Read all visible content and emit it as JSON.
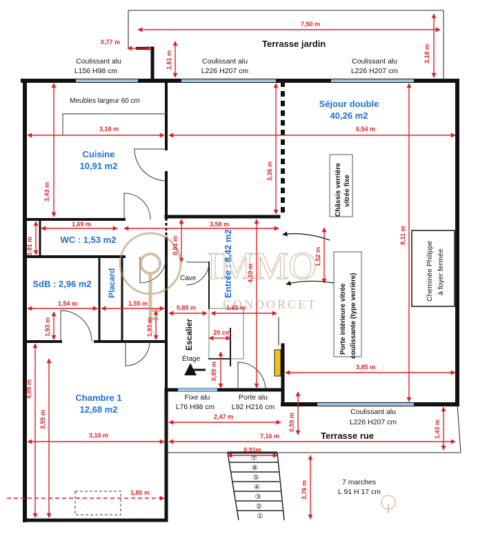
{
  "colors": {
    "wall": "#111111",
    "dimension": "#e01e24",
    "room_label": "#1e6fd9",
    "text": "#111111",
    "watermark": "#b08a62"
  },
  "labels": {
    "terrasse_jardin": "Terrasse jardin",
    "terrasse_rue": "Terrasse rue",
    "coulissant_1_name": "Coulissant alu",
    "coulissant_1_dim": "L156 H98 cm",
    "coulissant_2_name": "Coulissant alu",
    "coulissant_2_dim": "L226 H207 cm",
    "coulissant_3_name": "Coulissant alu",
    "coulissant_3_dim": "L226 H207 cm",
    "coulissant_4_name": "Coulissant alu",
    "coulissant_4_dim": "L226 H207 cm",
    "meubles": "Meubles largeur 60 cm",
    "fixe_name": "Fixe alu",
    "fixe_dim": "L76 H98 cm",
    "porte_name": "Porte alu",
    "porte_dim": "L92 H216 cm",
    "chassis_1": "Châssis verrière",
    "chassis_2": "vitrée fixe",
    "porte_int_1": "Porte intérieure vitrée",
    "porte_int_2": "coulissante (type verrière)",
    "cheminee_1": "Cheminée Philippe",
    "cheminee_2": "à foyer fermée",
    "cave": "Cave",
    "escalier": "Escalier",
    "etage": "Étage",
    "marches_1": "7 marches",
    "marches_2": "L 91 H 17 cm"
  },
  "rooms": {
    "sejour_name": "Séjour double",
    "sejour_area": "40,26 m2",
    "cuisine_name": "Cuisine",
    "cuisine_area": "10,91 m2",
    "wc": "WC : 1,53 m2",
    "sdb": "SdB : 2,96 m2",
    "placard": "Placard",
    "entree": "Entrée : 8,42 m2",
    "chambre_name": "Chambre 1",
    "chambre_area": "12,68 m2"
  },
  "dimensions": {
    "d_750": "7,50 m",
    "d_077": "0,77 m",
    "d_161": "1,61 m",
    "d_318_v": "3,18 m",
    "d_318_h": "3,18 m",
    "d_654": "6,54 m",
    "d_343": "3,43 m",
    "d_336": "3,36 m",
    "d_811": "8,11 m",
    "d_169": "1,69 m",
    "d_358": "3,58 m",
    "d_091_wc": "0,91 m",
    "d_091_e": "0,91 m",
    "d_152": "1,52 m",
    "d_410": "4,10 m",
    "d_154": "1,54 m",
    "d_155": "1,55 m",
    "d_193_a": "1,93 m",
    "d_193_b": "1,93 m",
    "d_085": "0,85 m",
    "d_162": "1,62 m",
    "d_020": "20 cm",
    "d_089": "0,89 m",
    "d_409": "4,09 m",
    "d_355": "3,55 m",
    "d_310": "3,10 m",
    "d_180": "1,80 m",
    "d_385": "3,85 m",
    "d_247": "2,47 m",
    "d_055": "0,55 m",
    "d_716": "7,16 m",
    "d_143": "1,43 m",
    "d_091_s": "0,91m",
    "d_376": "3,76 m"
  },
  "steps": [
    "⑦",
    "⑥",
    "⑤",
    "④",
    "③",
    "②",
    "①"
  ],
  "watermark": {
    "brand": "IMMO",
    "sub": "CONDORCET"
  }
}
